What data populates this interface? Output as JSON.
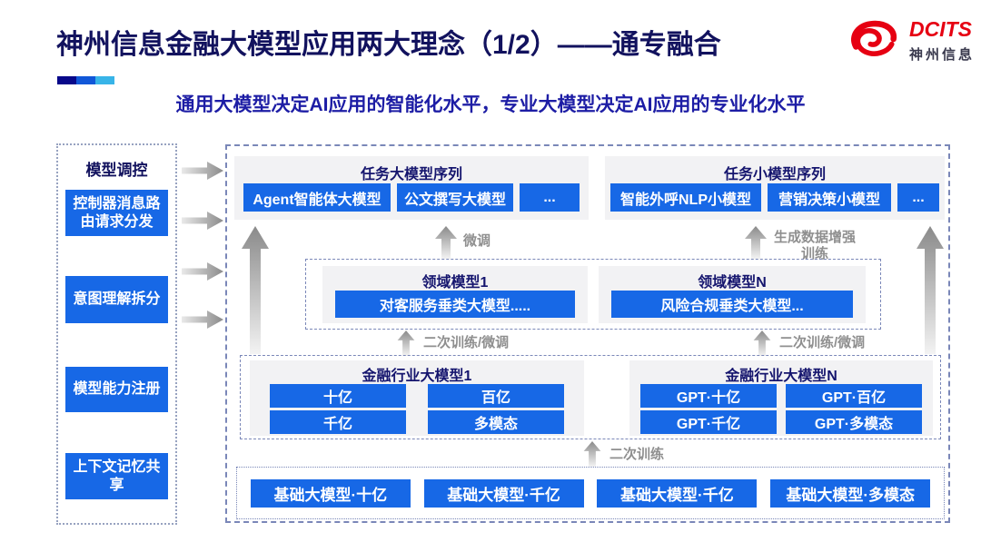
{
  "header": {
    "title": "神州信息金融大模型应用两大理念（1/2）——通专融合",
    "subtitle": "通用大模型决定AI应用的智能化水平，专业大模型决定AI应用的专业化水平",
    "logo_text": "DCITS",
    "logo_subtext": "神州信息"
  },
  "sidebar": {
    "title": "模型调控",
    "items": [
      "控制器消息路由请求分发",
      "意图理解拆分",
      "模型能力注册",
      "上下文记忆共享"
    ]
  },
  "flow": {
    "task_large": {
      "title": "任务大模型序列",
      "items": [
        "Agent智能体大模型",
        "公文撰写大模型",
        "..."
      ]
    },
    "task_small": {
      "title": "任务小模型序列",
      "items": [
        "智能外呼NLP小模型",
        "营销决策小模型",
        "..."
      ]
    },
    "domain_1": {
      "title": "领域模型1",
      "item": "对客服务垂类大模型....."
    },
    "domain_n": {
      "title": "领域模型N",
      "item": "风险合规垂类大模型..."
    },
    "industry_1": {
      "title": "金融行业大模型1",
      "items": [
        "十亿",
        "百亿",
        "千亿",
        "多模态"
      ]
    },
    "industry_n": {
      "title": "金融行业大模型N",
      "items": [
        "GPT·十亿",
        "GPT·百亿",
        "GPT·千亿",
        "GPT·多模态"
      ]
    },
    "base_models": [
      "基础大模型·十亿",
      "基础大模型·千亿",
      "基础大模型·千亿",
      "基础大模型·多模态"
    ],
    "arrow_labels": {
      "finetune": "微调",
      "augment": "生成数据增强训练",
      "retrain_finetune_left": "二次训练/微调",
      "retrain_finetune_right": "二次训练/微调",
      "retrain": "二次训练"
    }
  },
  "colors": {
    "accent_navy": "#08088a",
    "accent_blue": "#1157d8",
    "accent_cyan": "#38b4e8",
    "button_blue": "#1768e6",
    "title_navy": "#12125e",
    "subtitle_blue": "#1d1da5",
    "label_gray": "#8f8f8f",
    "logo_red": "#e60012"
  }
}
